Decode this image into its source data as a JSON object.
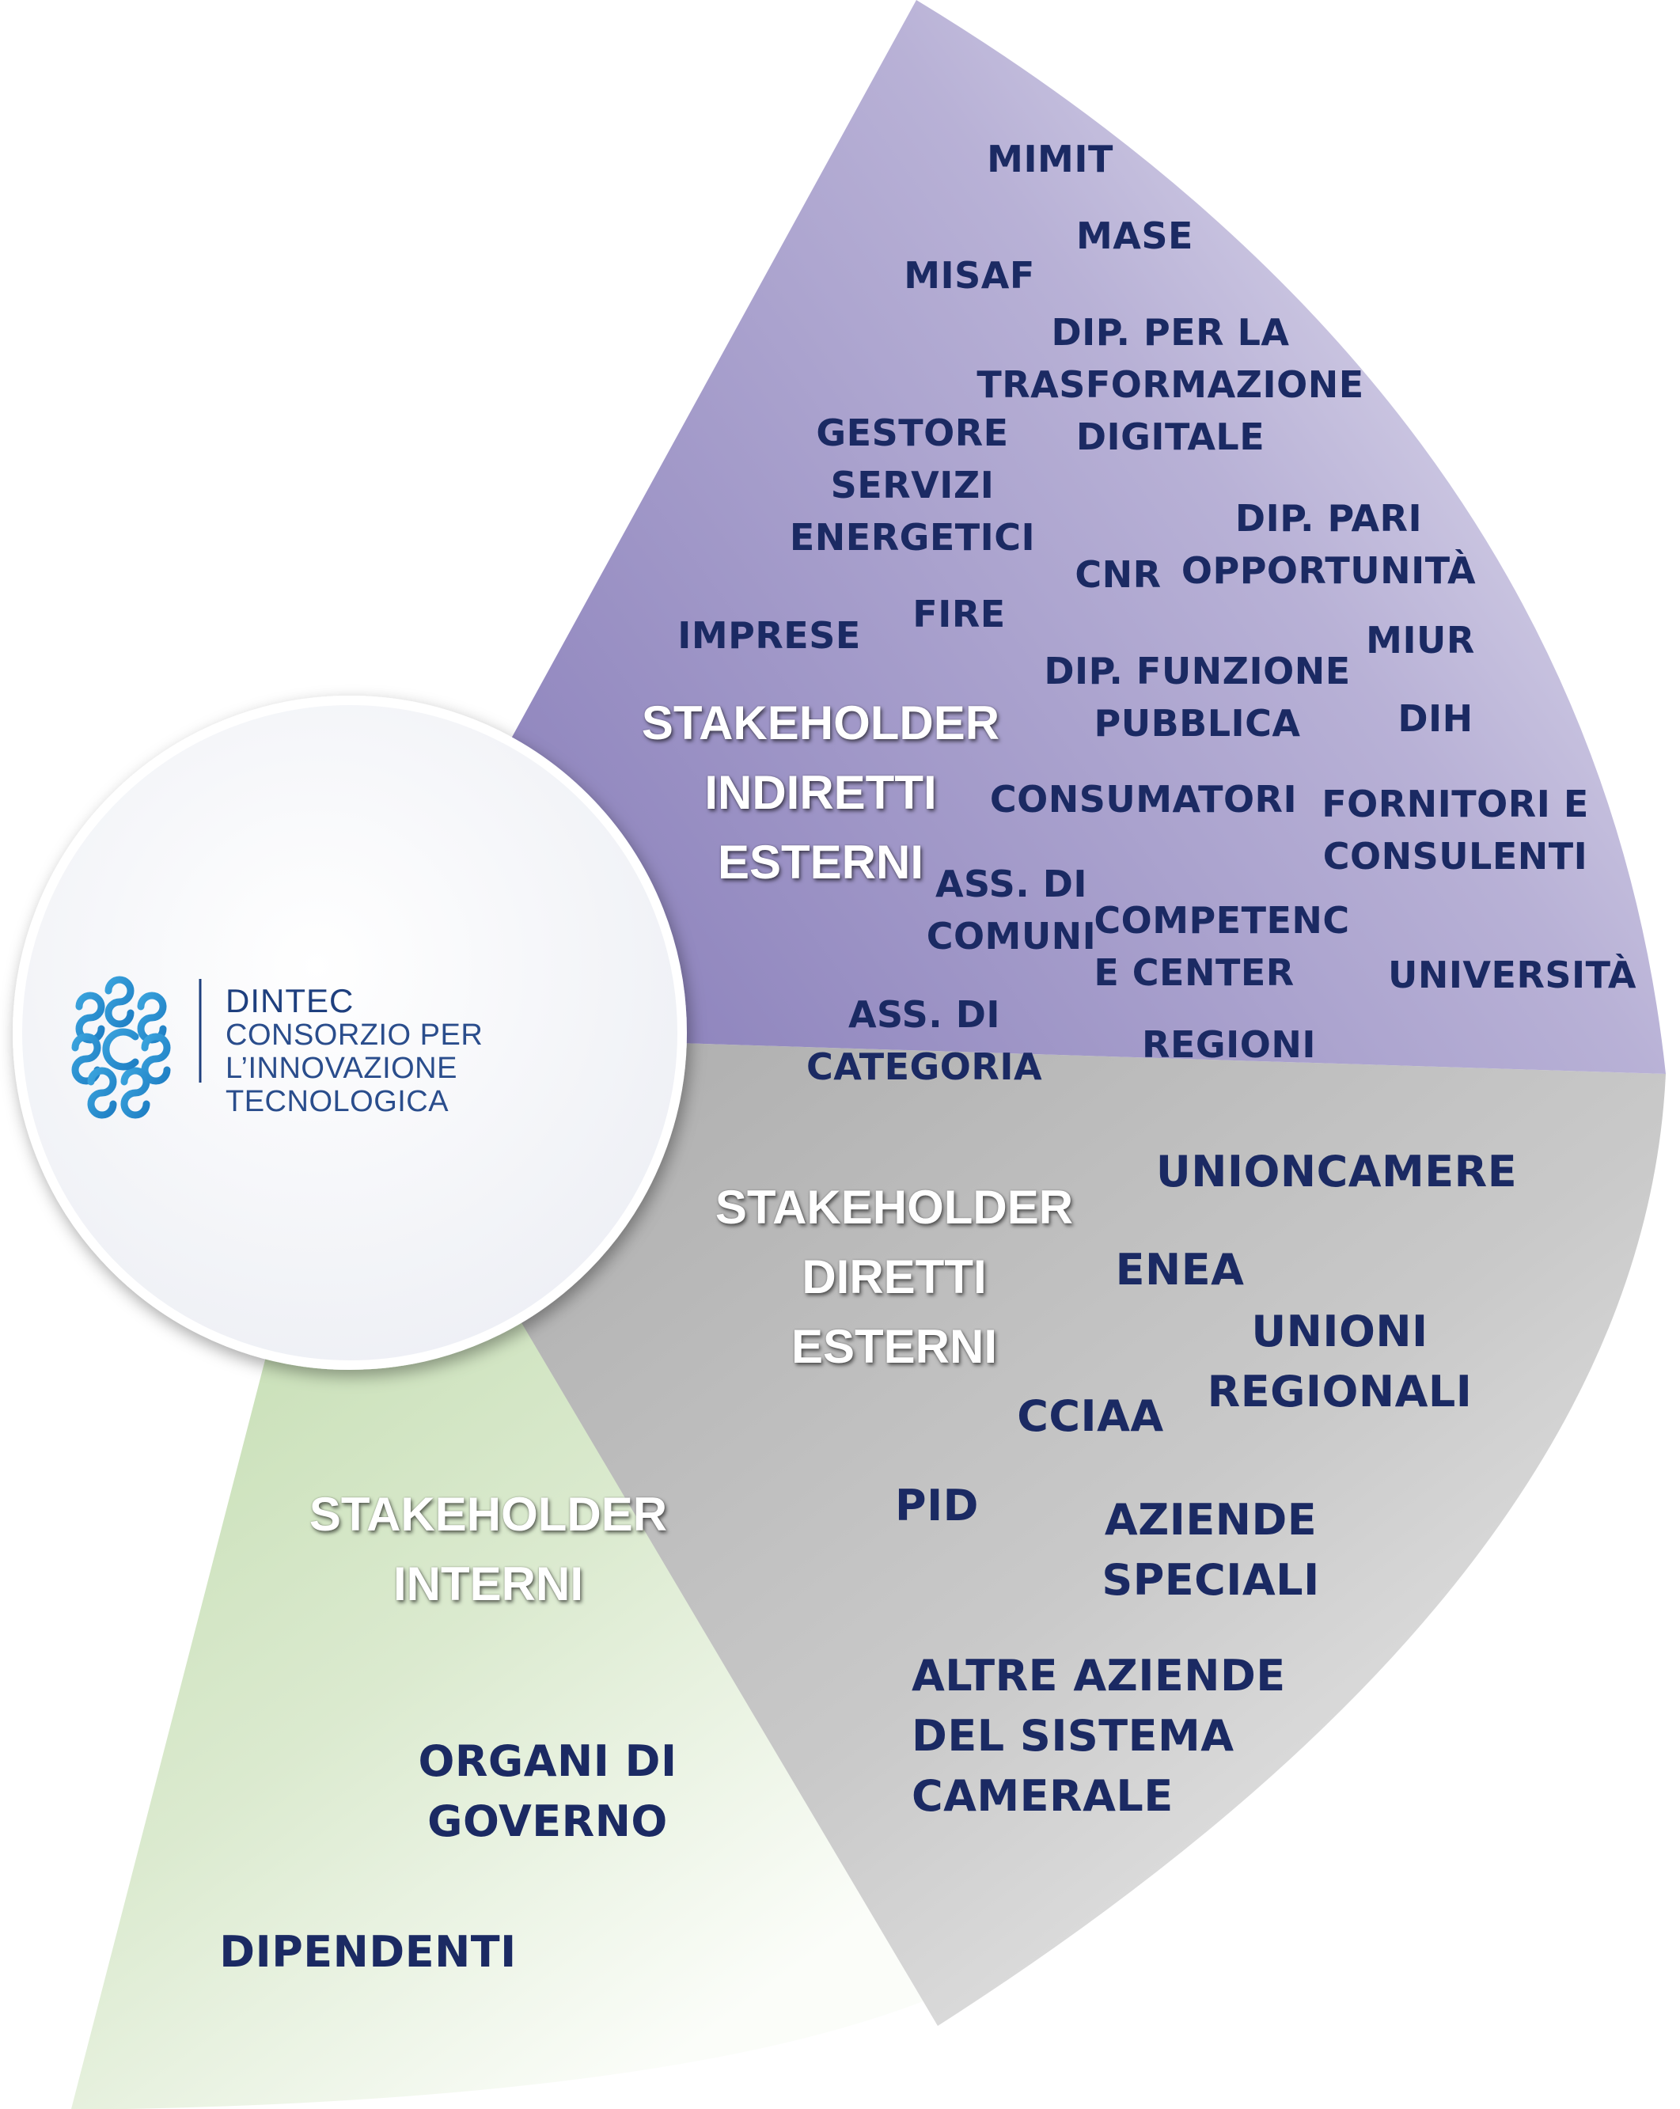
{
  "center": {
    "logo_name": "DINTEC",
    "logo_subtitle_lines": [
      "CONSORZIO PER L’INNOVAZIONE",
      "TECNOLOGICA"
    ],
    "logo_icon": "dintec-logo-icon"
  },
  "sectors": {
    "indirect": {
      "title_lines": [
        "STAKEHOLDER",
        "INDIRETTI",
        "ESTERNI"
      ],
      "color": "#9a90c4",
      "items": {
        "mimit": [
          "MIMIT"
        ],
        "mase": [
          "MASE"
        ],
        "misaf": [
          "MISAF"
        ],
        "dip_trasformazione": [
          "DIP. PER LA",
          "TRASFORMAZIONE",
          "DIGITALE"
        ],
        "gse": [
          "GESTORE",
          "SERVIZI",
          "ENERGETICI"
        ],
        "dip_pari": [
          "DIP. PARI",
          "OPPORTUNITÀ"
        ],
        "cnr": [
          "CNR"
        ],
        "fire": [
          "FIRE"
        ],
        "imprese": [
          "IMPRESE"
        ],
        "miur": [
          "MIUR"
        ],
        "dip_funzione": [
          "DIP. FUNZIONE",
          "PUBBLICA"
        ],
        "dih": [
          "DIH"
        ],
        "consumatori": [
          "CONSUMATORI"
        ],
        "fornitori": [
          "FORNITORI E",
          "CONSULENTI"
        ],
        "ass_comuni": [
          "ASS. DI",
          "COMUNI"
        ],
        "competence": [
          "COMPETENC",
          "E CENTER"
        ],
        "universita": [
          "UNIVERSITÀ"
        ],
        "ass_categoria": [
          "ASS. DI",
          "CATEGORIA"
        ],
        "regioni": [
          "REGIONI"
        ]
      }
    },
    "direct": {
      "title_lines": [
        "STAKEHOLDER",
        "DIRETTI",
        "ESTERNI"
      ],
      "color": "#b4b4b4",
      "items": {
        "unioncamere": [
          "UNIONCAMERE"
        ],
        "enea": [
          "ENEA"
        ],
        "unioni_regionali": [
          "UNIONI",
          "REGIONALI"
        ],
        "cciaa": [
          "CCIAA"
        ],
        "pid": [
          "PID"
        ],
        "aziende_speciali": [
          "AZIENDE",
          "SPECIALI"
        ],
        "altre_aziende": [
          "ALTRE AZIENDE",
          "DEL SISTEMA",
          "CAMERALE"
        ]
      }
    },
    "internal": {
      "title_lines": [
        "STAKEHOLDER",
        "INTERNI"
      ],
      "color": "#c3ddb0",
      "items": {
        "organi": [
          "ORGANI DI",
          "GOVERNO"
        ],
        "dipendenti": [
          "DIPENDENTI"
        ]
      }
    }
  }
}
